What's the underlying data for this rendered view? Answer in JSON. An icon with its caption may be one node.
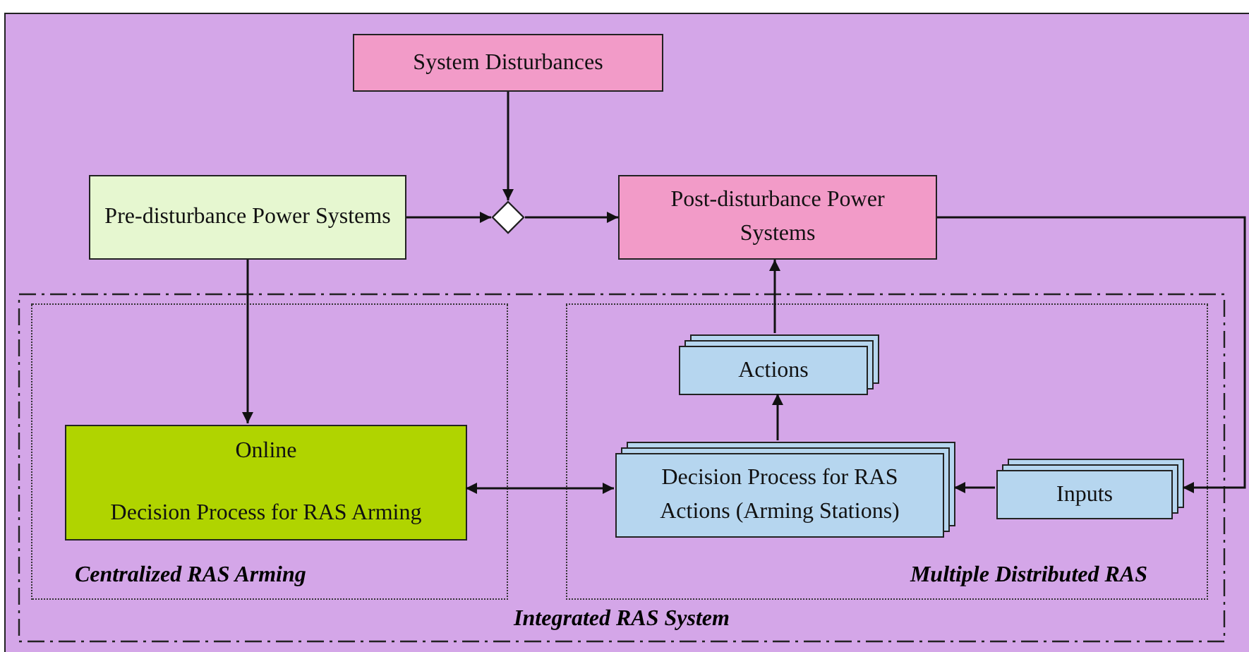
{
  "diagram": {
    "nodes": [
      {
        "text": [
          "System Disturbances"
        ]
      },
      {
        "text": [
          "Pre-disturbance Power Systems"
        ]
      },
      {
        "text": [],
        "shape": "diamond"
      },
      {
        "text": [
          "Post-disturbance Power Systems"
        ]
      },
      {
        "text": [
          "Integrated RAS System"
        ]
      },
      {
        "text": [
          "Centralized RAS Arming"
        ],
        "in": 4
      },
      {
        "text": [
          "Online",
          "Decision Process for RAS Arming"
        ],
        "in": 5
      },
      {
        "text": [
          "Multiple Distributed RAS"
        ],
        "in": 4
      },
      {
        "text": [
          "Actions"
        ],
        "in": 7
      },
      {
        "text": [
          "Decision Process for RAS Actions (Arming Stations)"
        ],
        "in": 7
      },
      {
        "text": [
          "Inputs"
        ],
        "in": 7
      }
    ],
    "edges": [
      {
        "from": 0,
        "to": 2,
        "arrow": "to"
      },
      {
        "from": 1,
        "to": 2,
        "arrow": "to"
      },
      {
        "from": 2,
        "to": 3,
        "arrow": "to"
      },
      {
        "from": 1,
        "to": 6,
        "arrow": "to"
      },
      {
        "from": 8,
        "to": 3,
        "arrow": "to"
      },
      {
        "from": 9,
        "to": 8,
        "arrow": "to"
      },
      {
        "from": 6,
        "to": 9,
        "arrow": "both"
      },
      {
        "from": 10,
        "to": 9,
        "arrow": "to"
      },
      {
        "from": 3,
        "to": 10,
        "arrow": "to"
      }
    ]
  }
}
